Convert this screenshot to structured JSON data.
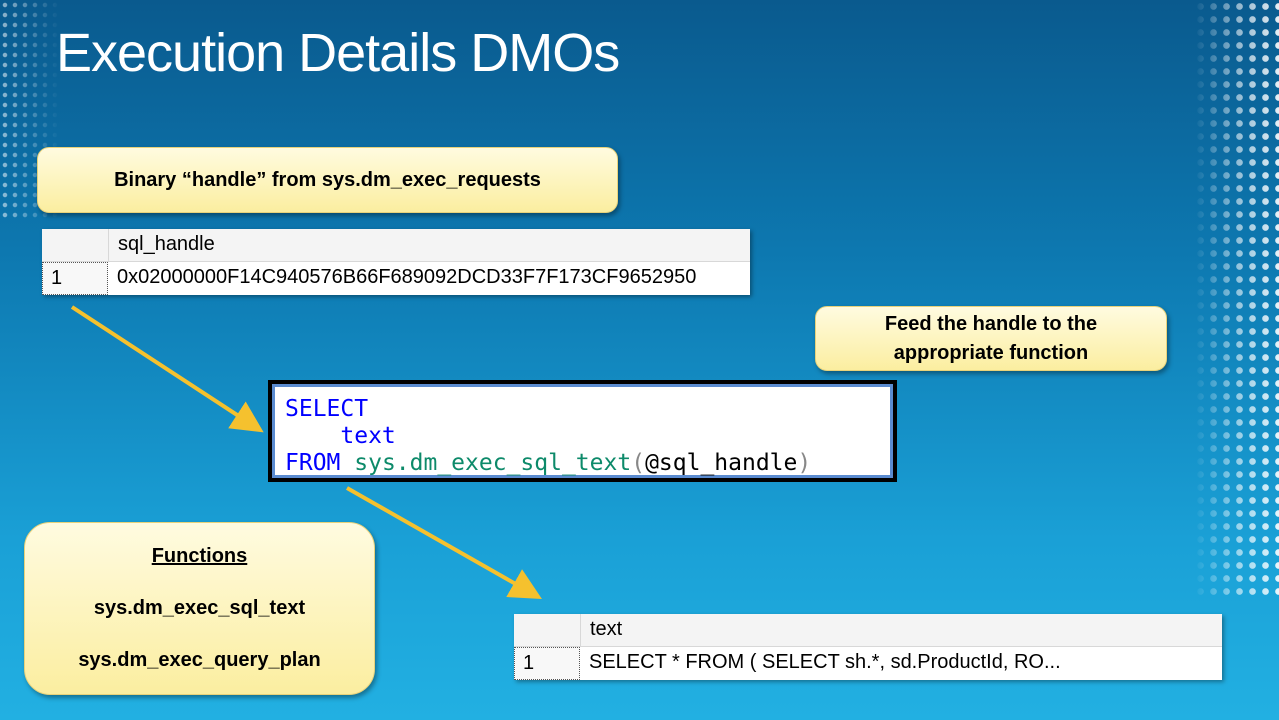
{
  "slide": {
    "title": "Execution Details DMOs"
  },
  "callouts": {
    "binary_handle": "Binary “handle” from sys.dm_exec_requests",
    "feed_line1": "Feed the handle to the",
    "feed_line2": "appropriate function",
    "functions": {
      "heading": "Functions",
      "items": [
        "sys.dm_exec_sql_text",
        "sys.dm_exec_query_plan"
      ]
    }
  },
  "handle_grid": {
    "column": "sql_handle",
    "rows": [
      {
        "num": "1",
        "value": "0x02000000F14C940576B66F689092DCD33F7F173CF9652950"
      }
    ]
  },
  "code": {
    "select_kw": "SELECT",
    "column_kw": "text",
    "from_kw": "FROM",
    "function_name": "sys.dm_exec_sql_text",
    "open_paren": "(",
    "param": "@sql_handle",
    "close_paren": ")"
  },
  "text_grid": {
    "column": "text",
    "rows": [
      {
        "num": "1",
        "value": "SELECT  *  FROM (  SELECT  sh.*,  sd.ProductId,  RO..."
      }
    ]
  },
  "colors": {
    "background_top": "#0a5a8e",
    "background_bottom": "#22b0e2",
    "callout_fill": "#fbeea0",
    "arrow": "#f5c12e",
    "keyword": "#0000ff",
    "function": "#0d8a6a"
  }
}
